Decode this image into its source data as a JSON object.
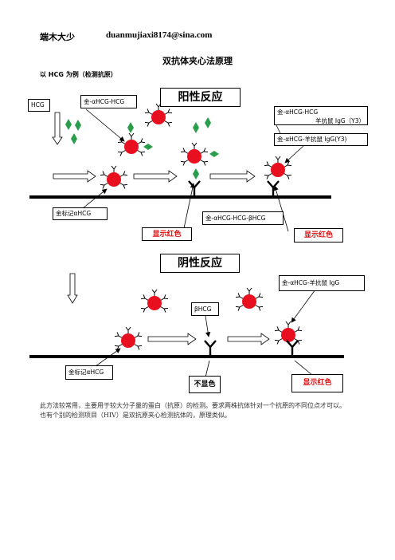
{
  "header": {
    "author": "端木大少",
    "email": "duanmujiaxi8174@sina.com",
    "title": "双抗体夹心法原理",
    "subtitle": "以 HCG 为例（检测抗原）"
  },
  "positive": {
    "heading": "阳性反应",
    "hcg_label": "HCG",
    "gold_hcg_label": "金-αHCG-HCG",
    "top_right_line1": "金-αHCG-HCG",
    "top_right_line2": "羊抗鼠 IgG（Y3）",
    "gold_igg_label": "金-αHCG-羊抗鼠 IgG(Y3)",
    "gold_marker_label": "金标记αHCG",
    "complex_label": "金-αHCG-HCG-βHCG",
    "show_red_1": "显示红色",
    "show_red_2": "显示红色"
  },
  "negative": {
    "heading": "阴性反应",
    "gold_igg_label": "金-αHCG-羊抗鼠 IgG",
    "bhcg_label": "βHCG",
    "gold_marker_label": "金标记αHCG",
    "no_color": "不显色",
    "show_red": "显示红色"
  },
  "footer": {
    "text": "此方法较常用，主要用于较大分子量的蛋白（抗原）的检测。要求两株抗体针对一个抗原的不同位点才可以。也有个别的检测项目（HIV）是双抗原夹心检测抗体的，原理类似。"
  },
  "colors": {
    "gold_particle": "#e8101e",
    "antigen": "#2a9d4a",
    "result_text": "#e01010"
  }
}
